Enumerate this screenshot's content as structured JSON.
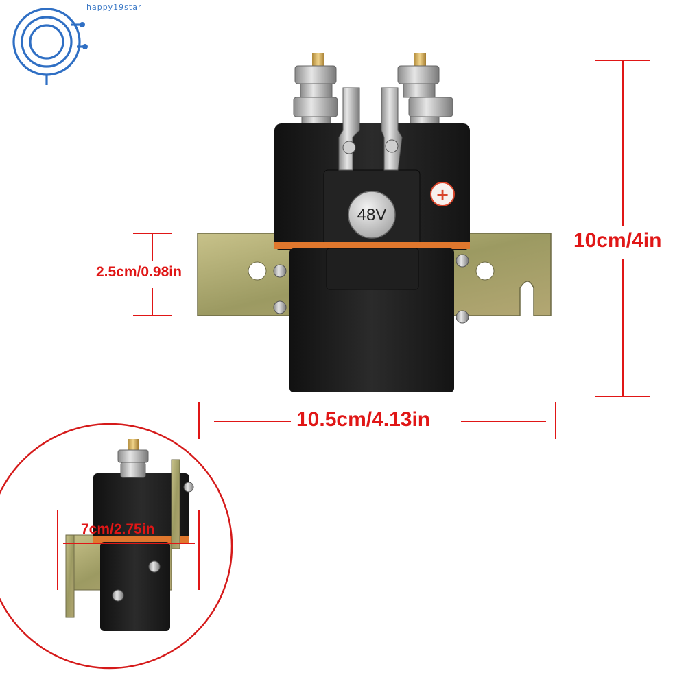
{
  "watermark": "happy19star",
  "product": {
    "voltage_badge": "48V",
    "polarity_mark": "+"
  },
  "dimensions": {
    "height": "10cm/4in",
    "width": "10.5cm/4.13in",
    "bracket_hole_spacing": "2.5cm/0.98in",
    "depth": "7cm/2.75in"
  },
  "colors": {
    "dimension_line": "#e01616",
    "logo_blue": "#2f6fc4",
    "body_black": "#1c1c1c",
    "bracket_metal": "#a9a36a",
    "seal_orange": "#e0772d"
  }
}
